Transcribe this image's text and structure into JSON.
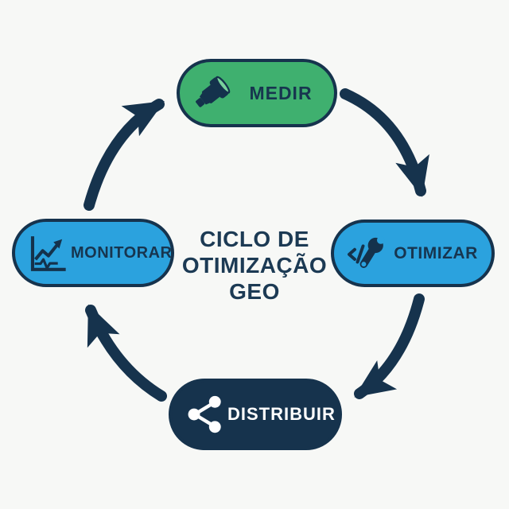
{
  "background_color": "#f7f8f6",
  "title": {
    "line1": "CICLO DE",
    "line2": "OTIMIZAÇÃO",
    "line3": "GEO"
  },
  "nodes": [
    {
      "id": "medir",
      "label": "MEDIR",
      "icon": "telescope-icon",
      "fill": "#3fb06f",
      "text_color": "#17354f",
      "position": "top"
    },
    {
      "id": "otimizar",
      "label": "OTIMIZAR",
      "icon": "code-wrench-icon",
      "fill": "#2ba2de",
      "text_color": "#17354f",
      "position": "right"
    },
    {
      "id": "distribuir",
      "label": "DISTRIBUIR",
      "icon": "share-icon",
      "fill": "#16334d",
      "text_color": "#ffffff",
      "position": "bottom"
    },
    {
      "id": "monitorar",
      "label": "MONITORAR",
      "icon": "line-chart-icon",
      "fill": "#2ba2de",
      "text_color": "#17354f",
      "position": "left"
    }
  ],
  "edges": [
    {
      "from": "medir",
      "to": "otimizar"
    },
    {
      "from": "otimizar",
      "to": "distribuir"
    },
    {
      "from": "distribuir",
      "to": "monitorar"
    },
    {
      "from": "monitorar",
      "to": "medir"
    }
  ],
  "colors": {
    "arrow": "#16334d",
    "navy": "#17354f",
    "green": "#3fb06f",
    "blue": "#2ba2de",
    "white": "#ffffff",
    "lens_green": "#79d19c"
  }
}
